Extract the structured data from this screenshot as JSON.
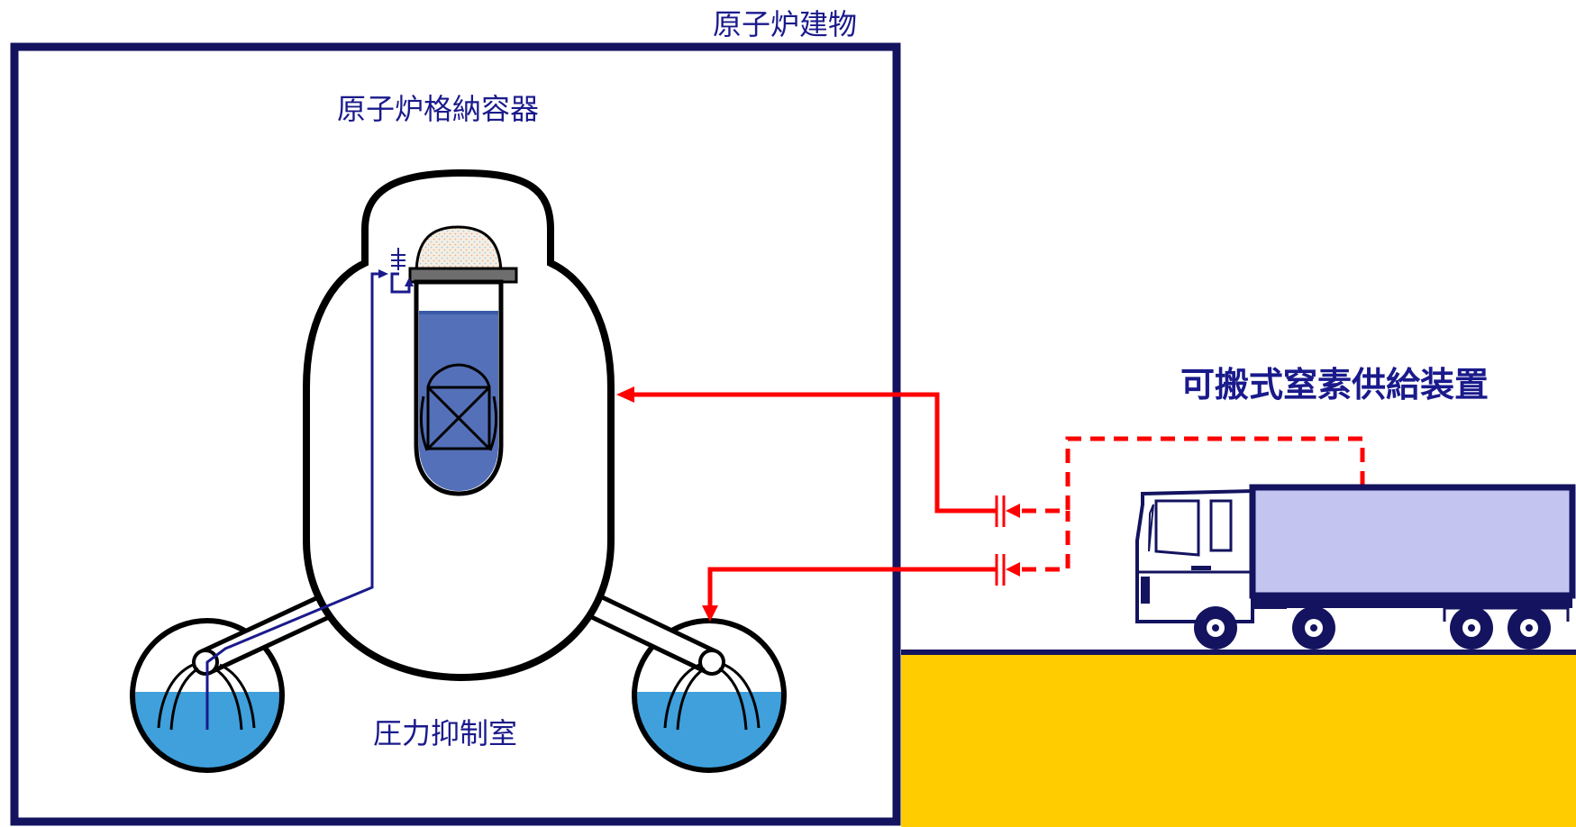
{
  "labels": {
    "reactor_building": "原子炉建物",
    "containment_vessel": "原子炉格納容器",
    "suppression_chamber": "圧力抑制室",
    "nitrogen_supply_unit": "可搬式窒素供給装置"
  },
  "colors": {
    "building_outline": "#13135f",
    "text_blue": "#1a1a8c",
    "supply_line_red": "#ff0000",
    "water_blue": "#3fa0dc",
    "reactor_blue": "#5470b8",
    "ground_yellow": "#ffcc00",
    "truck_container": "#c3c5f0",
    "thin_pipe_navy": "#1a1a8c"
  },
  "icons": [
    "truck-icon",
    "valve-icon",
    "reactor-vessel-icon",
    "arrow-icon"
  ]
}
